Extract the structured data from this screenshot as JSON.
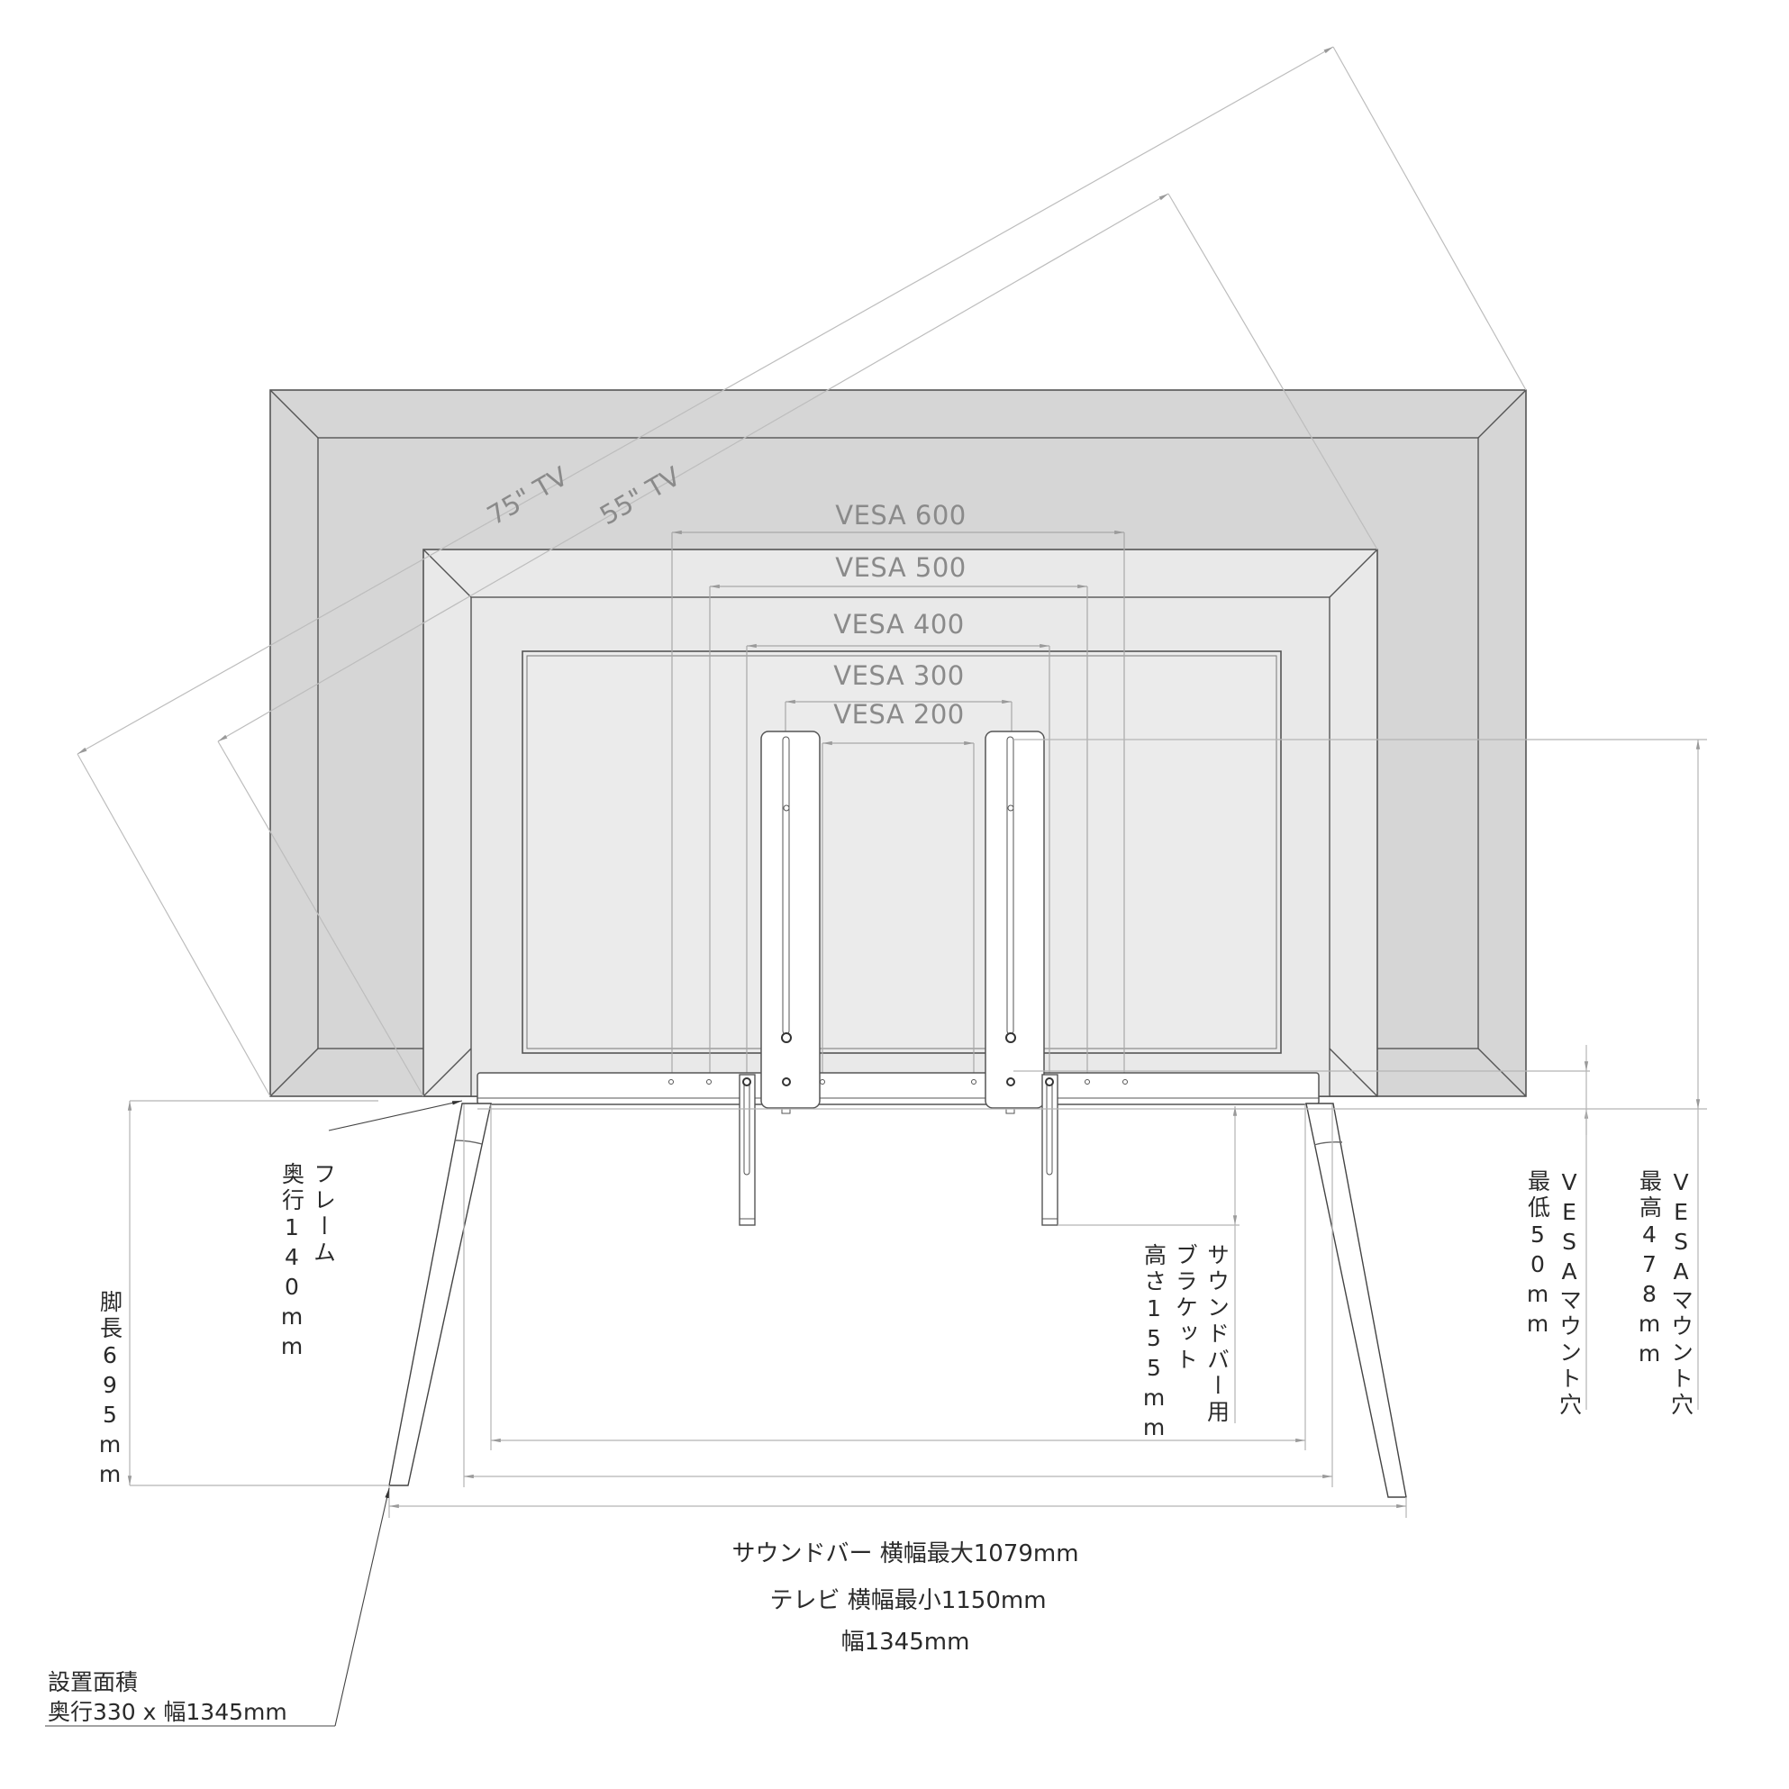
{
  "diagram": {
    "tv_sizes": [
      {
        "label": "75\" TV"
      },
      {
        "label": "55\" TV"
      }
    ],
    "vesa": [
      {
        "label": "VESA 600"
      },
      {
        "label": "VESA 500"
      },
      {
        "label": "VESA 400"
      },
      {
        "label": "VESA 300"
      },
      {
        "label": "VESA 200"
      }
    ],
    "annotations": {
      "frame_depth": {
        "line1": "フレーム",
        "line2": "奥行140mm"
      },
      "leg_length": "脚長695mm",
      "soundbar_bracket_height": {
        "line1": "サウンドバー用",
        "line2": "ブラケット",
        "line3": "高さ155mm"
      },
      "vesa_min": {
        "line1": "VESAマウント穴",
        "line2": "最低50mm"
      },
      "vesa_max": {
        "line1": "VESAマウント穴",
        "line2": "最高478mm"
      },
      "soundbar_width": "サウンドバー  横幅最大1079mm",
      "tv_width_min": "テレビ  横幅最小1150mm",
      "total_width": "幅1345mm",
      "footprint": {
        "line1": "設置面積",
        "line2": "奥行330 x 幅1345mm"
      }
    },
    "colors": {
      "tv75_fill": "#d6d6d6",
      "tv55_fill": "#e9e9e9",
      "outline": "#555555",
      "dim_line": "#b5b5b5",
      "dim_text": "#8a8a8a",
      "label_text": "#2a2a2a"
    }
  }
}
